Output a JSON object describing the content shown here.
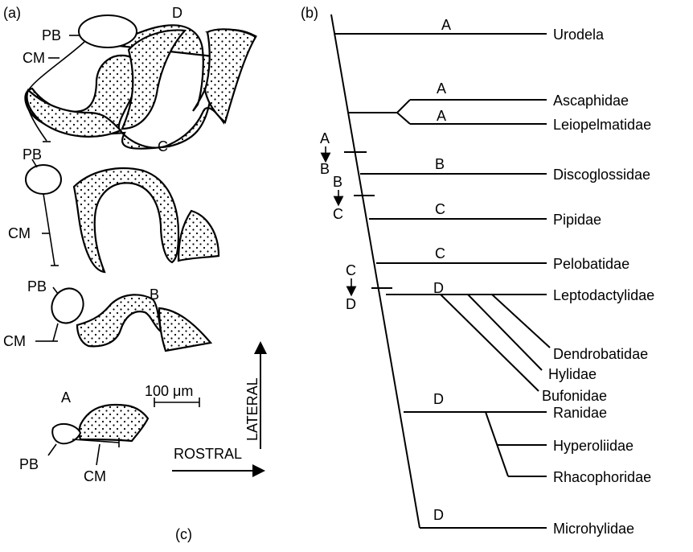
{
  "panels": {
    "a": "(a)",
    "b": "(b)",
    "c": "(c)"
  },
  "panel_a": {
    "stages": [
      {
        "letter": "D",
        "pb": "PB",
        "cm": "CM"
      },
      {
        "letter": "C",
        "pb": "PB",
        "cm": "CM"
      },
      {
        "letter": "B",
        "pb": "PB",
        "cm": "CM"
      },
      {
        "letter": "A",
        "pb": "PB",
        "cm": "CM"
      }
    ],
    "scale_bar": "100 μm",
    "axis_lateral": "LATERAL",
    "axis_rostral": "ROSTRAL"
  },
  "panel_b": {
    "taxa": [
      {
        "name": "Urodela",
        "state": "A"
      },
      {
        "name": "Ascaphidae",
        "state": "A"
      },
      {
        "name": "Leiopelmatidae",
        "state": "A"
      },
      {
        "name": "Discoglossidae",
        "state": "B"
      },
      {
        "name": "Pipidae",
        "state": "C"
      },
      {
        "name": "Pelobatidae",
        "state": "C"
      },
      {
        "name": "Leptodactylidae",
        "state": "D"
      },
      {
        "name": "Dendrobatidae",
        "state": ""
      },
      {
        "name": "Hylidae",
        "state": ""
      },
      {
        "name": "Bufonidae",
        "state": ""
      },
      {
        "name": "Ranidae",
        "state": "D"
      },
      {
        "name": "Hyperoliidae",
        "state": ""
      },
      {
        "name": "Rhacophoridae",
        "state": ""
      },
      {
        "name": "Microhylidae",
        "state": "D"
      }
    ],
    "transitions": [
      {
        "from": "A",
        "to": "B"
      },
      {
        "from": "B",
        "to": "C"
      },
      {
        "from": "C",
        "to": "D"
      }
    ]
  }
}
